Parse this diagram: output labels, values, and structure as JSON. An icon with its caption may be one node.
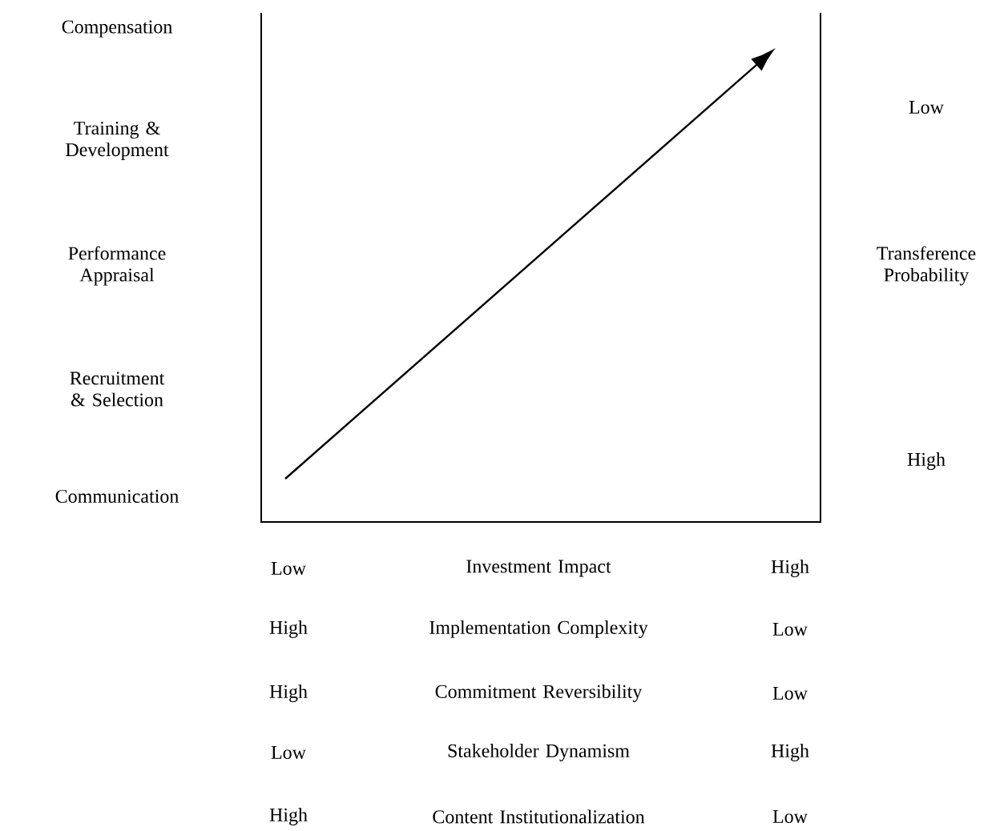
{
  "diagram": {
    "labels": [
      "Compensation",
      "Training & Development",
      "Performance Appraisal",
      "Recruitment & Selection",
      "Communication",
      "Low",
      "Transference Probability",
      "High",
      "Low",
      "Investment Impact",
      "High",
      "High",
      "Implementation Complexity",
      "Low",
      "High",
      "Commitment Reversibility",
      "Low",
      "Low",
      "Stakeholder Dynamism",
      "High",
      "High",
      "Content Institutionalization",
      "Low"
    ]
  }
}
